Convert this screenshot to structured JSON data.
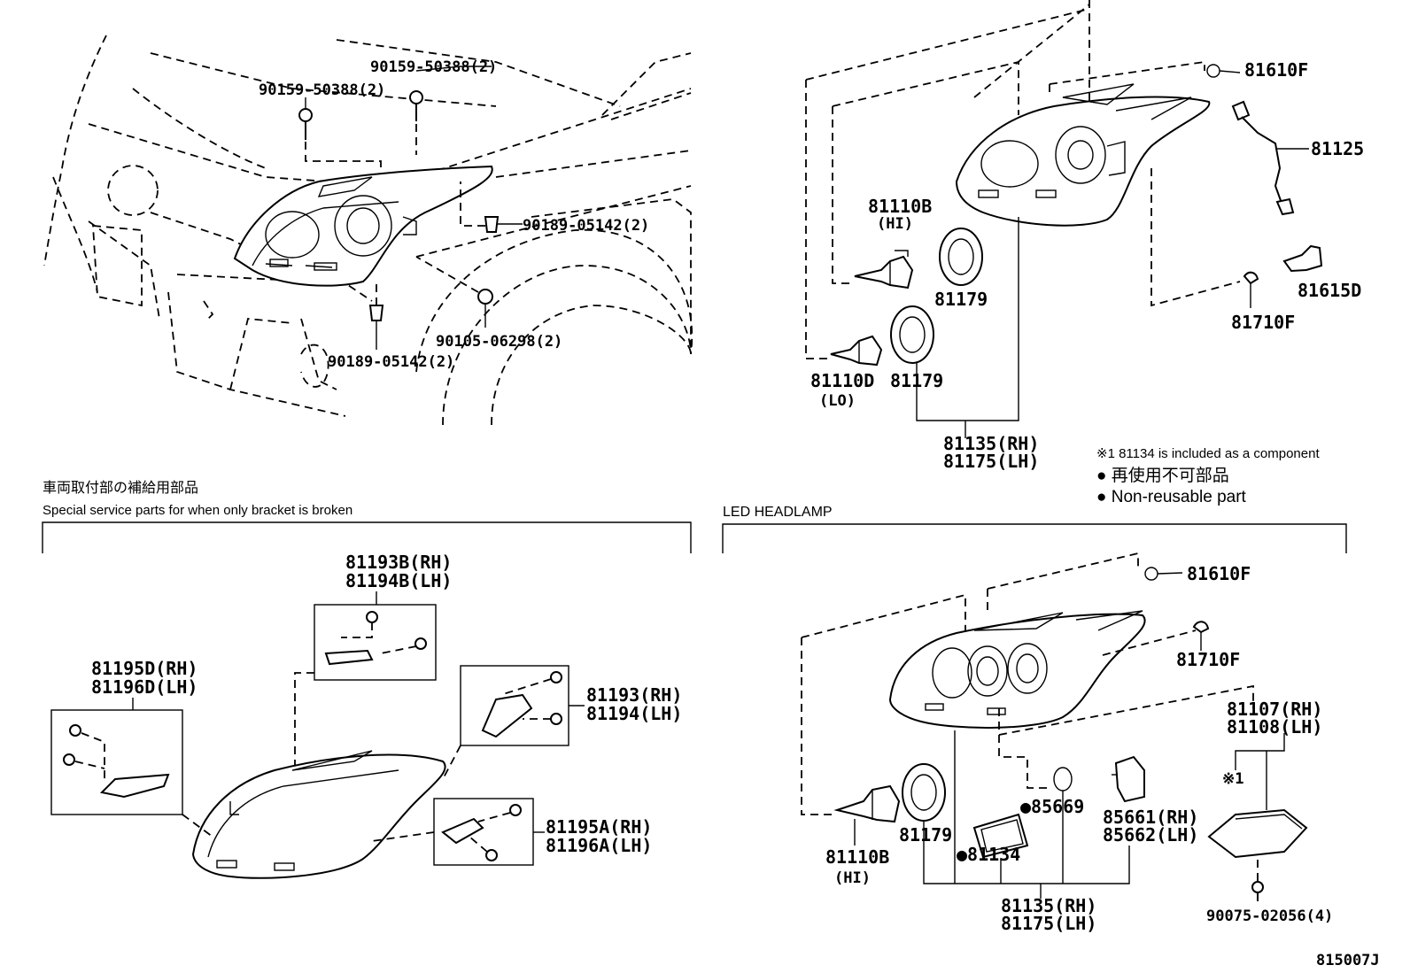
{
  "top_left_callouts": {
    "bolt_a": "90159-50388(2)",
    "bolt_b": "90159-50388(2)",
    "clip_a": "90189-05142(2)",
    "screw": "90105-06298(2)",
    "clip_b": "90189-05142(2)"
  },
  "top_right_callouts": {
    "p81610f": "81610F",
    "p81125": "81125",
    "p81110b": "81110B",
    "p81110b_sub": "(HI)",
    "p81179_a": "81179",
    "p81179_b": "81179",
    "p81110d": "81110D",
    "p81110d_sub": "(LO)",
    "p81615d": "81615D",
    "p81710f": "81710F",
    "assy_rh": "81135(RH)",
    "assy_lh": "81175(LH)"
  },
  "notes": {
    "note1": "※1 81134 is included as a component",
    "note2": "● 再使用不可部品",
    "note3": "● Non-reusable part"
  },
  "bracket_section": {
    "title_jp": "車両取付部の補給用部品",
    "title_en": "Special service parts for when only bracket is broken",
    "p81193b": "81193B(RH)",
    "p81194b": "81194B(LH)",
    "p81195d": "81195D(RH)",
    "p81196d": "81196D(LH)",
    "p81193": "81193(RH)",
    "p81194": "81194(LH)",
    "p81195a": "81195A(RH)",
    "p81196a": "81196A(LH)"
  },
  "led_section": {
    "title": "LED HEADLAMP",
    "p81610f": "81610F",
    "p81710f": "81710F",
    "p81107": "81107(RH)",
    "p81108": "81108(LH)",
    "mark": "※1",
    "p81110b": "81110B",
    "p81110b_sub": "(HI)",
    "p81179": "81179",
    "p85669": "●85669",
    "p81134": "●81134",
    "p85661": "85661(RH)",
    "p85662": "85662(LH)",
    "assy_rh": "81135(RH)",
    "assy_lh": "81175(LH)",
    "bolt": "90075-02056(4)"
  },
  "figure_code": "815007J"
}
